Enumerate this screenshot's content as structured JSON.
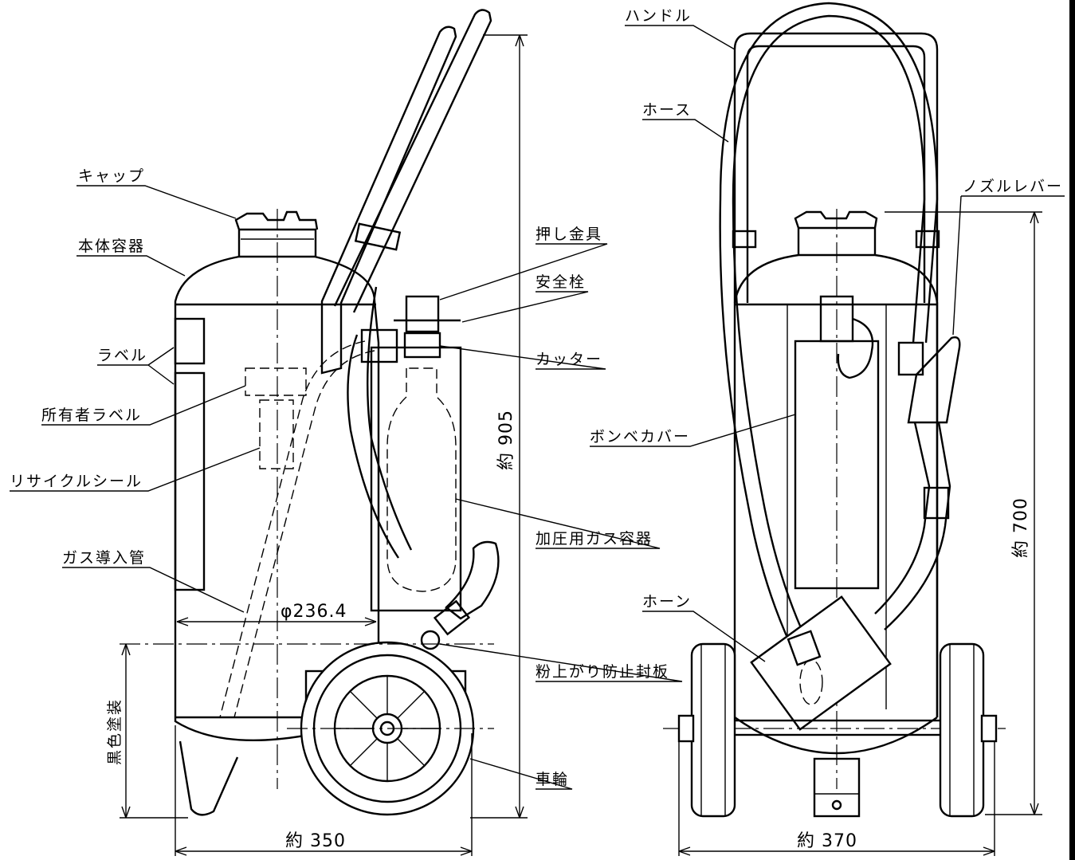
{
  "labels": {
    "handle": "ハンドル",
    "hose": "ホース",
    "nozzle_lever": "ノズルレバー",
    "cap": "キャップ",
    "body": "本体容器",
    "push_fitting": "押し金具",
    "safety_pin": "安全栓",
    "label": "ラベル",
    "cutter": "カッター",
    "owner_label": "所有者ラベル",
    "cylinder_cover": "ボンベカバー",
    "recycle_seal": "リサイクルシール",
    "pressure_gas_container": "加圧用ガス容器",
    "gas_inlet_tube": "ガス導入管",
    "horn": "ホーン",
    "powder_seal": "粉上がり防止封板",
    "black_paint": "黒色塗装",
    "wheel": "車輪"
  },
  "dimensions": {
    "diameter": "φ236.4",
    "height_left": "約 905",
    "height_right": "約 700",
    "width_left": "約 350",
    "width_right": "約 370"
  }
}
